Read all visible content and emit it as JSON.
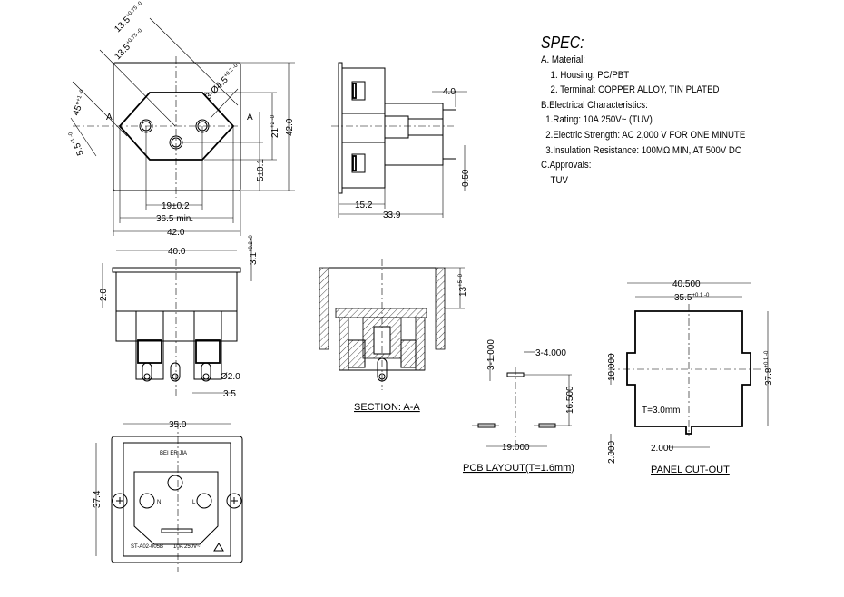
{
  "spec": {
    "title": "SPEC:",
    "a_title": "A. Material:",
    "a1": "1.  Housing: PC/PBT",
    "a2": "2.  Terminal: COPPER ALLOY, TIN PLATED",
    "b_title": "B.Electrical Characteristics:",
    "b1": "1.Rating:  10A 250V~ (TUV)",
    "b2": "2.Electric Strength: AC 2,000 V FOR ONE MINUTE",
    "b3": "3.Insulation Resistance: 100MΩ MIN, AT 500V DC",
    "c_title": "C.Approvals:",
    "c1": "TUV"
  },
  "front_view": {
    "dim_13_5a": "13.5",
    "dim_13_5a_tol": "+0.75 -0",
    "dim_13_5b": "13.5",
    "dim_13_5b_tol": "+0.75 -0",
    "dim_45": "45°",
    "dim_45_tol": "+1 -0",
    "dim_5_5": "5.5",
    "dim_5_5_tol": "+1 -0",
    "dim_holes": "3-Ø4.5",
    "dim_holes_tol": "+0.2 -0",
    "dim_21": "21",
    "dim_21_tol": "+2 -0",
    "dim_42_v": "42.0",
    "dim_5": "5±0.1",
    "dim_19": "19±0.2",
    "dim_36_5": "36.5 min.",
    "dim_42_h": "42.0",
    "section_mark": "A"
  },
  "side_view": {
    "dim_4": "4.0",
    "dim_0_5": "0.50",
    "dim_15_2": "15.2",
    "dim_33_9": "33.9"
  },
  "top_view": {
    "dim_40": "40.0",
    "dim_3_1": "3.1",
    "dim_3_1_tol": "+0.2 -0",
    "dim_2": "2.0",
    "dim_pin": "Ø2.0",
    "dim_3_5": "3.5"
  },
  "section": {
    "dim_13": "13",
    "dim_13_tol": "+5 -0",
    "label": "SECTION: A-A"
  },
  "rear_view": {
    "dim_35": "35.0",
    "dim_37_4": "37.4",
    "brand": "BEI ER JIA",
    "model": "ST-A02-005B",
    "rating": "10A 250V~",
    "n": "N",
    "l": "L"
  },
  "pcb": {
    "dim_1": "3-1.000",
    "dim_4": "3-4.000",
    "dim_16_5": "16.500",
    "dim_19": "19.000",
    "label": "PCB LAYOUT(T=1.6mm)"
  },
  "panel": {
    "dim_40_5": "40.500",
    "dim_35_5": "35.5",
    "dim_35_5_tol": "+0.1 -0",
    "dim_10": "10.000",
    "dim_37_8": "37.8",
    "dim_37_8_tol": "+0.1 -0",
    "thickness": "T=3.0mm",
    "dim_2h": "2.000",
    "dim_2v": "2.000",
    "label": "PANEL CUT-OUT"
  }
}
